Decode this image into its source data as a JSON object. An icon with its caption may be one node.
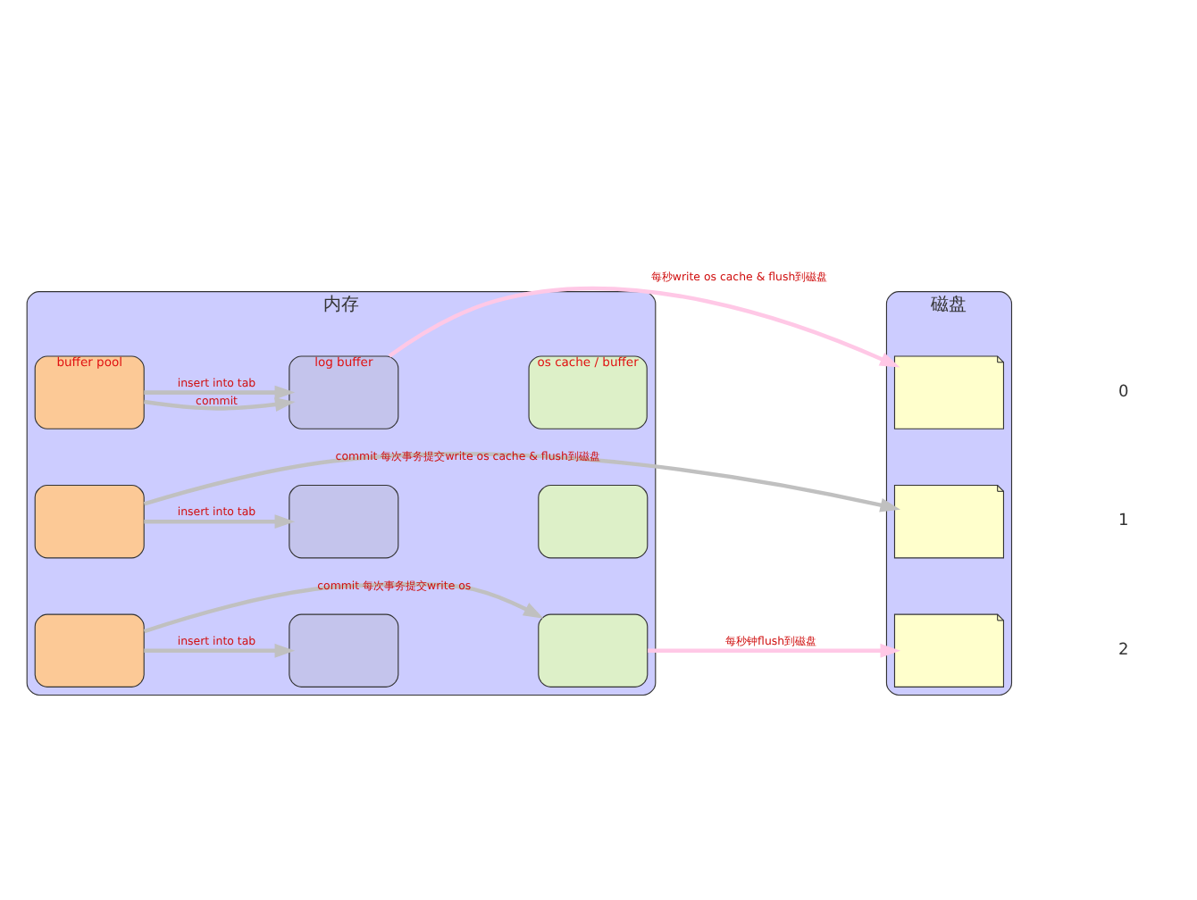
{
  "diagram": {
    "nodes": [
      {
        "text": [
          "内存"
        ]
      },
      {
        "text": [
          "buffer pool"
        ],
        "in": 0
      },
      {
        "text": [
          "log buffer"
        ],
        "in": 0
      },
      {
        "text": [
          "os cache / buffer"
        ],
        "in": 0
      },
      {
        "text": [],
        "shape": "box",
        "in": 0
      },
      {
        "text": [],
        "shape": "box",
        "in": 0
      },
      {
        "text": [],
        "shape": "box",
        "in": 0
      },
      {
        "text": [],
        "shape": "box",
        "in": 0
      },
      {
        "text": [],
        "shape": "box",
        "in": 0
      },
      {
        "text": [],
        "shape": "box",
        "in": 0
      },
      {
        "text": [
          "磁盘"
        ]
      },
      {
        "text": [],
        "shape": "document",
        "in": 10
      },
      {
        "text": [],
        "shape": "document",
        "in": 10
      },
      {
        "text": [],
        "shape": "document",
        "in": 10
      }
    ],
    "edges": [
      {
        "from": 1,
        "to": 2,
        "arrow": "to",
        "label": "insert into tab"
      },
      {
        "from": 1,
        "to": 2,
        "arrow": "to",
        "label": "commit"
      },
      {
        "from": 2,
        "to": 11,
        "arrow": "to",
        "label": "每秒write os cache & flush到磁盘",
        "color": "#ffc8e6"
      },
      {
        "from": 4,
        "to": 5,
        "arrow": "to",
        "label": "insert into tab"
      },
      {
        "from": 4,
        "to": 12,
        "arrow": "to",
        "label": "commit 每次事务提交write os cache & flush到磁盘"
      },
      {
        "from": 7,
        "to": 8,
        "arrow": "to",
        "label": "insert into tab"
      },
      {
        "from": 7,
        "to": 9,
        "arrow": "to",
        "label": "commit 每次事务提交write os"
      },
      {
        "from": 9,
        "to": 13,
        "arrow": "to",
        "label": "每秒钟flush到磁盘",
        "color": "#ffc8e6"
      }
    ],
    "labels": [
      "0",
      "1",
      "2"
    ]
  }
}
